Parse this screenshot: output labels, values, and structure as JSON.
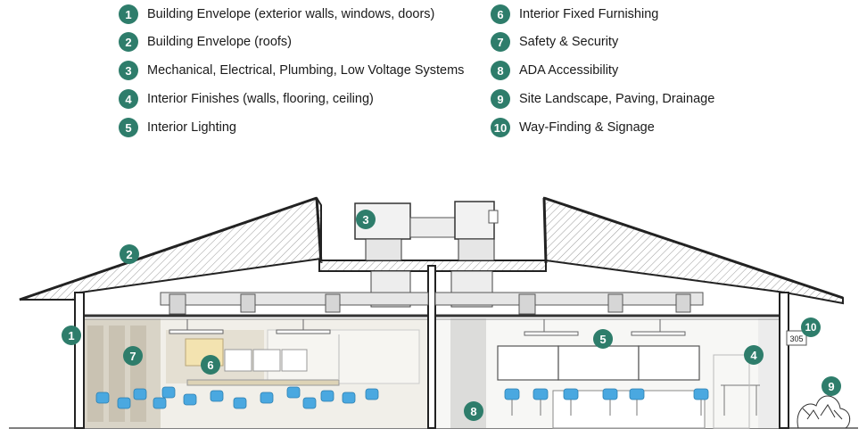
{
  "legend": {
    "items": [
      {
        "number": "1",
        "label": "Building Envelope (exterior walls, windows, doors)"
      },
      {
        "number": "2",
        "label": "Building Envelope (roofs)"
      },
      {
        "number": "3",
        "label": "Mechanical, Electrical, Plumbing, Low Voltage Systems"
      },
      {
        "number": "4",
        "label": "Interior Finishes (walls, flooring, ceiling)"
      },
      {
        "number": "5",
        "label": "Interior Lighting"
      },
      {
        "number": "6",
        "label": "Interior Fixed Furnishing"
      },
      {
        "number": "7",
        "label": "Safety & Security"
      },
      {
        "number": "8",
        "label": "ADA Accessibility"
      },
      {
        "number": "9",
        "label": "Site Landscape, Paving, Drainage"
      },
      {
        "number": "10",
        "label": "Way-Finding & Signage"
      }
    ]
  },
  "diagram": {
    "room_sign": "305",
    "markers": [
      "1",
      "2",
      "3",
      "4",
      "5",
      "6",
      "7",
      "8",
      "9",
      "10"
    ]
  },
  "colors": {
    "badge": "#2e7d6b",
    "chair": "#4aa8e0",
    "cabinet": "#f3e3b0",
    "structure": "#222222",
    "duct": "#e6e6e6"
  }
}
